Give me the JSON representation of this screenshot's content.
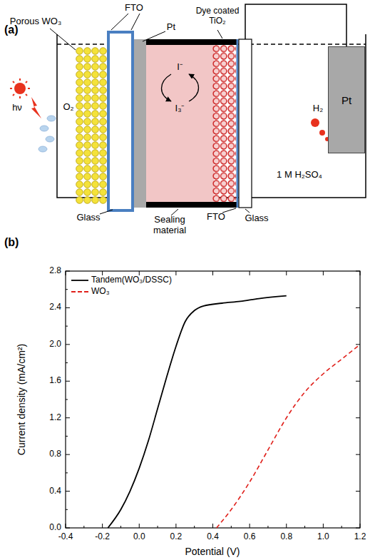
{
  "diagram": {
    "nodes": [
      {
        "text": [
          "Pt"
        ]
      }
    ],
    "labels": [
      "(a)",
      "Porous WO₃",
      "FTO",
      "Pt",
      "Dye coated TiO₂",
      "hν",
      "O₂",
      "I⁻",
      "I₃⁻",
      "H₂",
      "1 M H₂SO₄",
      "Glass",
      "Sealing material",
      "FTO",
      "Glass",
      "(b)",
      "Current density (mA/cm²)",
      "Potential (V)",
      "0.0",
      "0.4",
      "0.8",
      "1.2",
      "1.6",
      "2.0",
      "2.4",
      "2.8",
      "-0.4",
      "-0.2",
      "0.0",
      "0.2",
      "0.4",
      "0.6",
      "0.8",
      "1.0",
      "1.2"
    ],
    "legend": [
      {
        "text": "Tandem(WO₃/DSSC)"
      },
      {
        "text": "WO₃"
      }
    ]
  }
}
